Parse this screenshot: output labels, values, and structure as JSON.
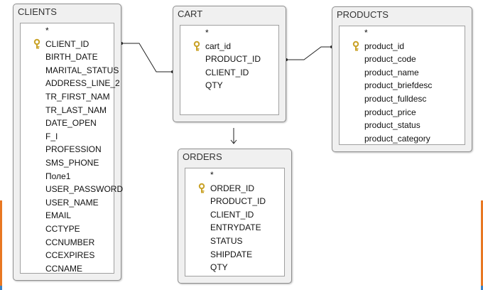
{
  "tables": {
    "clients": {
      "title": "CLIENTS",
      "fields": [
        "*",
        "CLIENT_ID",
        "BIRTH_DATE",
        "MARITAL_STATUS",
        "ADDRESS_LINE_2",
        "TR_FIRST_NAM",
        "TR_LAST_NAM",
        "DATE_OPEN",
        "F_I",
        "PROFESSION",
        "SMS_PHONE",
        "Поле1",
        "USER_PASSWORD",
        "USER_NAME",
        "EMAIL",
        "CCTYPE",
        "CCNUMBER",
        "CCEXPIRES",
        "CCNAME"
      ],
      "key_field": "CLIENT_ID"
    },
    "cart": {
      "title": "CART",
      "fields": [
        "*",
        "cart_id",
        "PRODUCT_ID",
        "CLIENT_ID",
        "QTY"
      ],
      "key_field": "cart_id"
    },
    "products": {
      "title": "PRODUCTS",
      "fields": [
        "*",
        "product_id",
        "product_code",
        "product_name",
        "product_briefdesc",
        "product_fulldesc",
        "product_price",
        "product_status",
        "product_category"
      ],
      "key_field": "product_id"
    },
    "orders": {
      "title": "ORDERS",
      "fields": [
        "*",
        "ORDER_ID",
        "PRODUCT_ID",
        "CLIENT_ID",
        "ENTRYDATE",
        "STATUS",
        "SHIPDATE",
        "QTY"
      ],
      "key_field": "ORDER_ID"
    }
  },
  "icons": {
    "key": "primary-key-icon",
    "arrow": "arrow-down-icon"
  },
  "colors": {
    "window_bg": "#f0f0f0",
    "accent_orange": "#e87722",
    "accent_blue": "#3b82c4",
    "key_gold": "#c9a227"
  }
}
